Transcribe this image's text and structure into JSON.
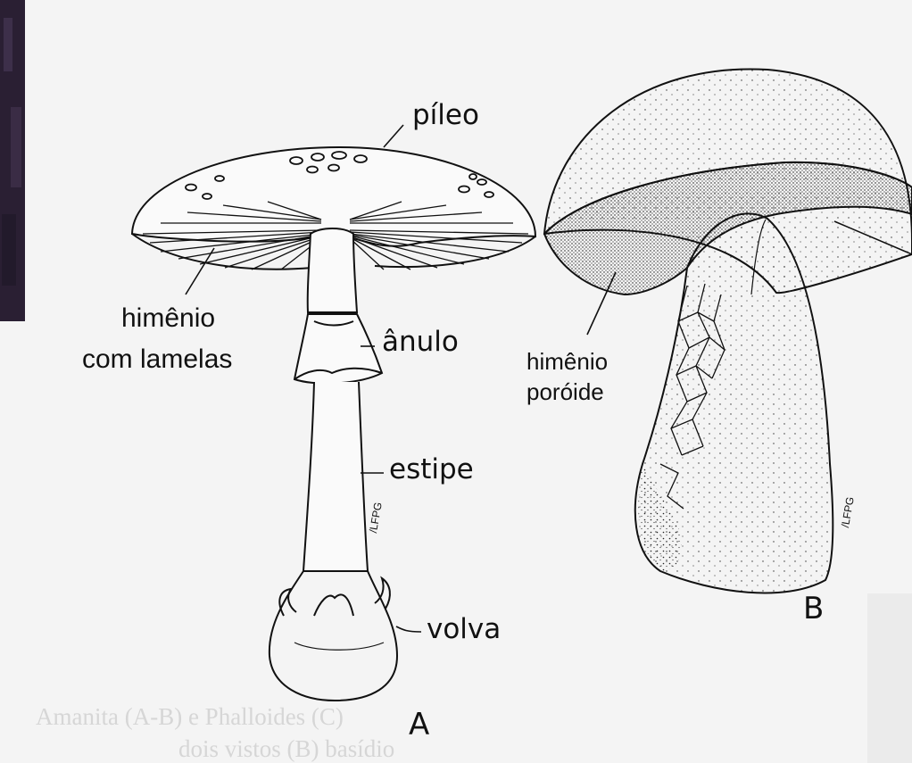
{
  "figure_a": {
    "letter": "A",
    "labels": {
      "pileo": "píleo",
      "himenio_lamelas_line1": "himênio",
      "himenio_lamelas_line2": "com lamelas",
      "anulo": "ânulo",
      "estipe": "estipe",
      "volva": "volva"
    },
    "signature": "/LFPG"
  },
  "figure_b": {
    "letter": "B",
    "labels": {
      "himenio_poroide_line1": "himênio",
      "himenio_poroide_line2": "poróide"
    },
    "signature": "/LFPG"
  },
  "bleed_text": {
    "line1": "Amanita (A-B) e Phalloides (C)",
    "line2": "dois vistos (B) basídio"
  },
  "colors": {
    "ink": "#111111",
    "paper": "#f4f4f4",
    "bleed": "#d6d6d6",
    "photo_edge": "#2a1f33"
  }
}
